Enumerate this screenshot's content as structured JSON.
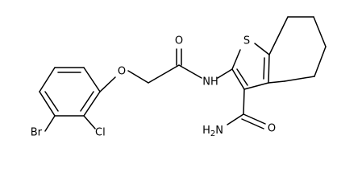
{
  "atoms": {
    "bromine": "Br",
    "chlorine": "Cl",
    "ether_oxygen": "O",
    "carbonyl_oxygen": "O",
    "amide_nh": "NH",
    "sulfur": "S",
    "amide2_oxygen": "O",
    "amine_h": "H",
    "amine_sub": "2",
    "amine_n": "N"
  },
  "colors": {
    "bond": "#000000",
    "background": "#ffffff"
  }
}
